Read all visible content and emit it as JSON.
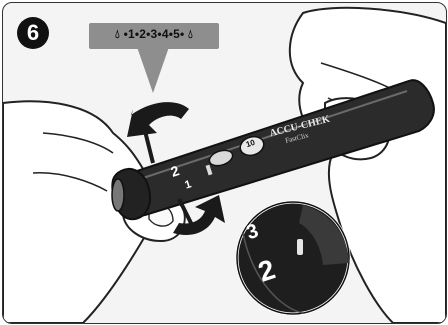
{
  "step": {
    "number": "6"
  },
  "depth_scale": {
    "text": "•1•2•3•4•5•"
  },
  "device": {
    "brand": "ACCU-CHEK",
    "model": "FastClix",
    "logo_number": "10"
  },
  "dial_digits": {
    "big_3": "3",
    "big_2": "2",
    "small_2": "2",
    "small_1": "1"
  }
}
